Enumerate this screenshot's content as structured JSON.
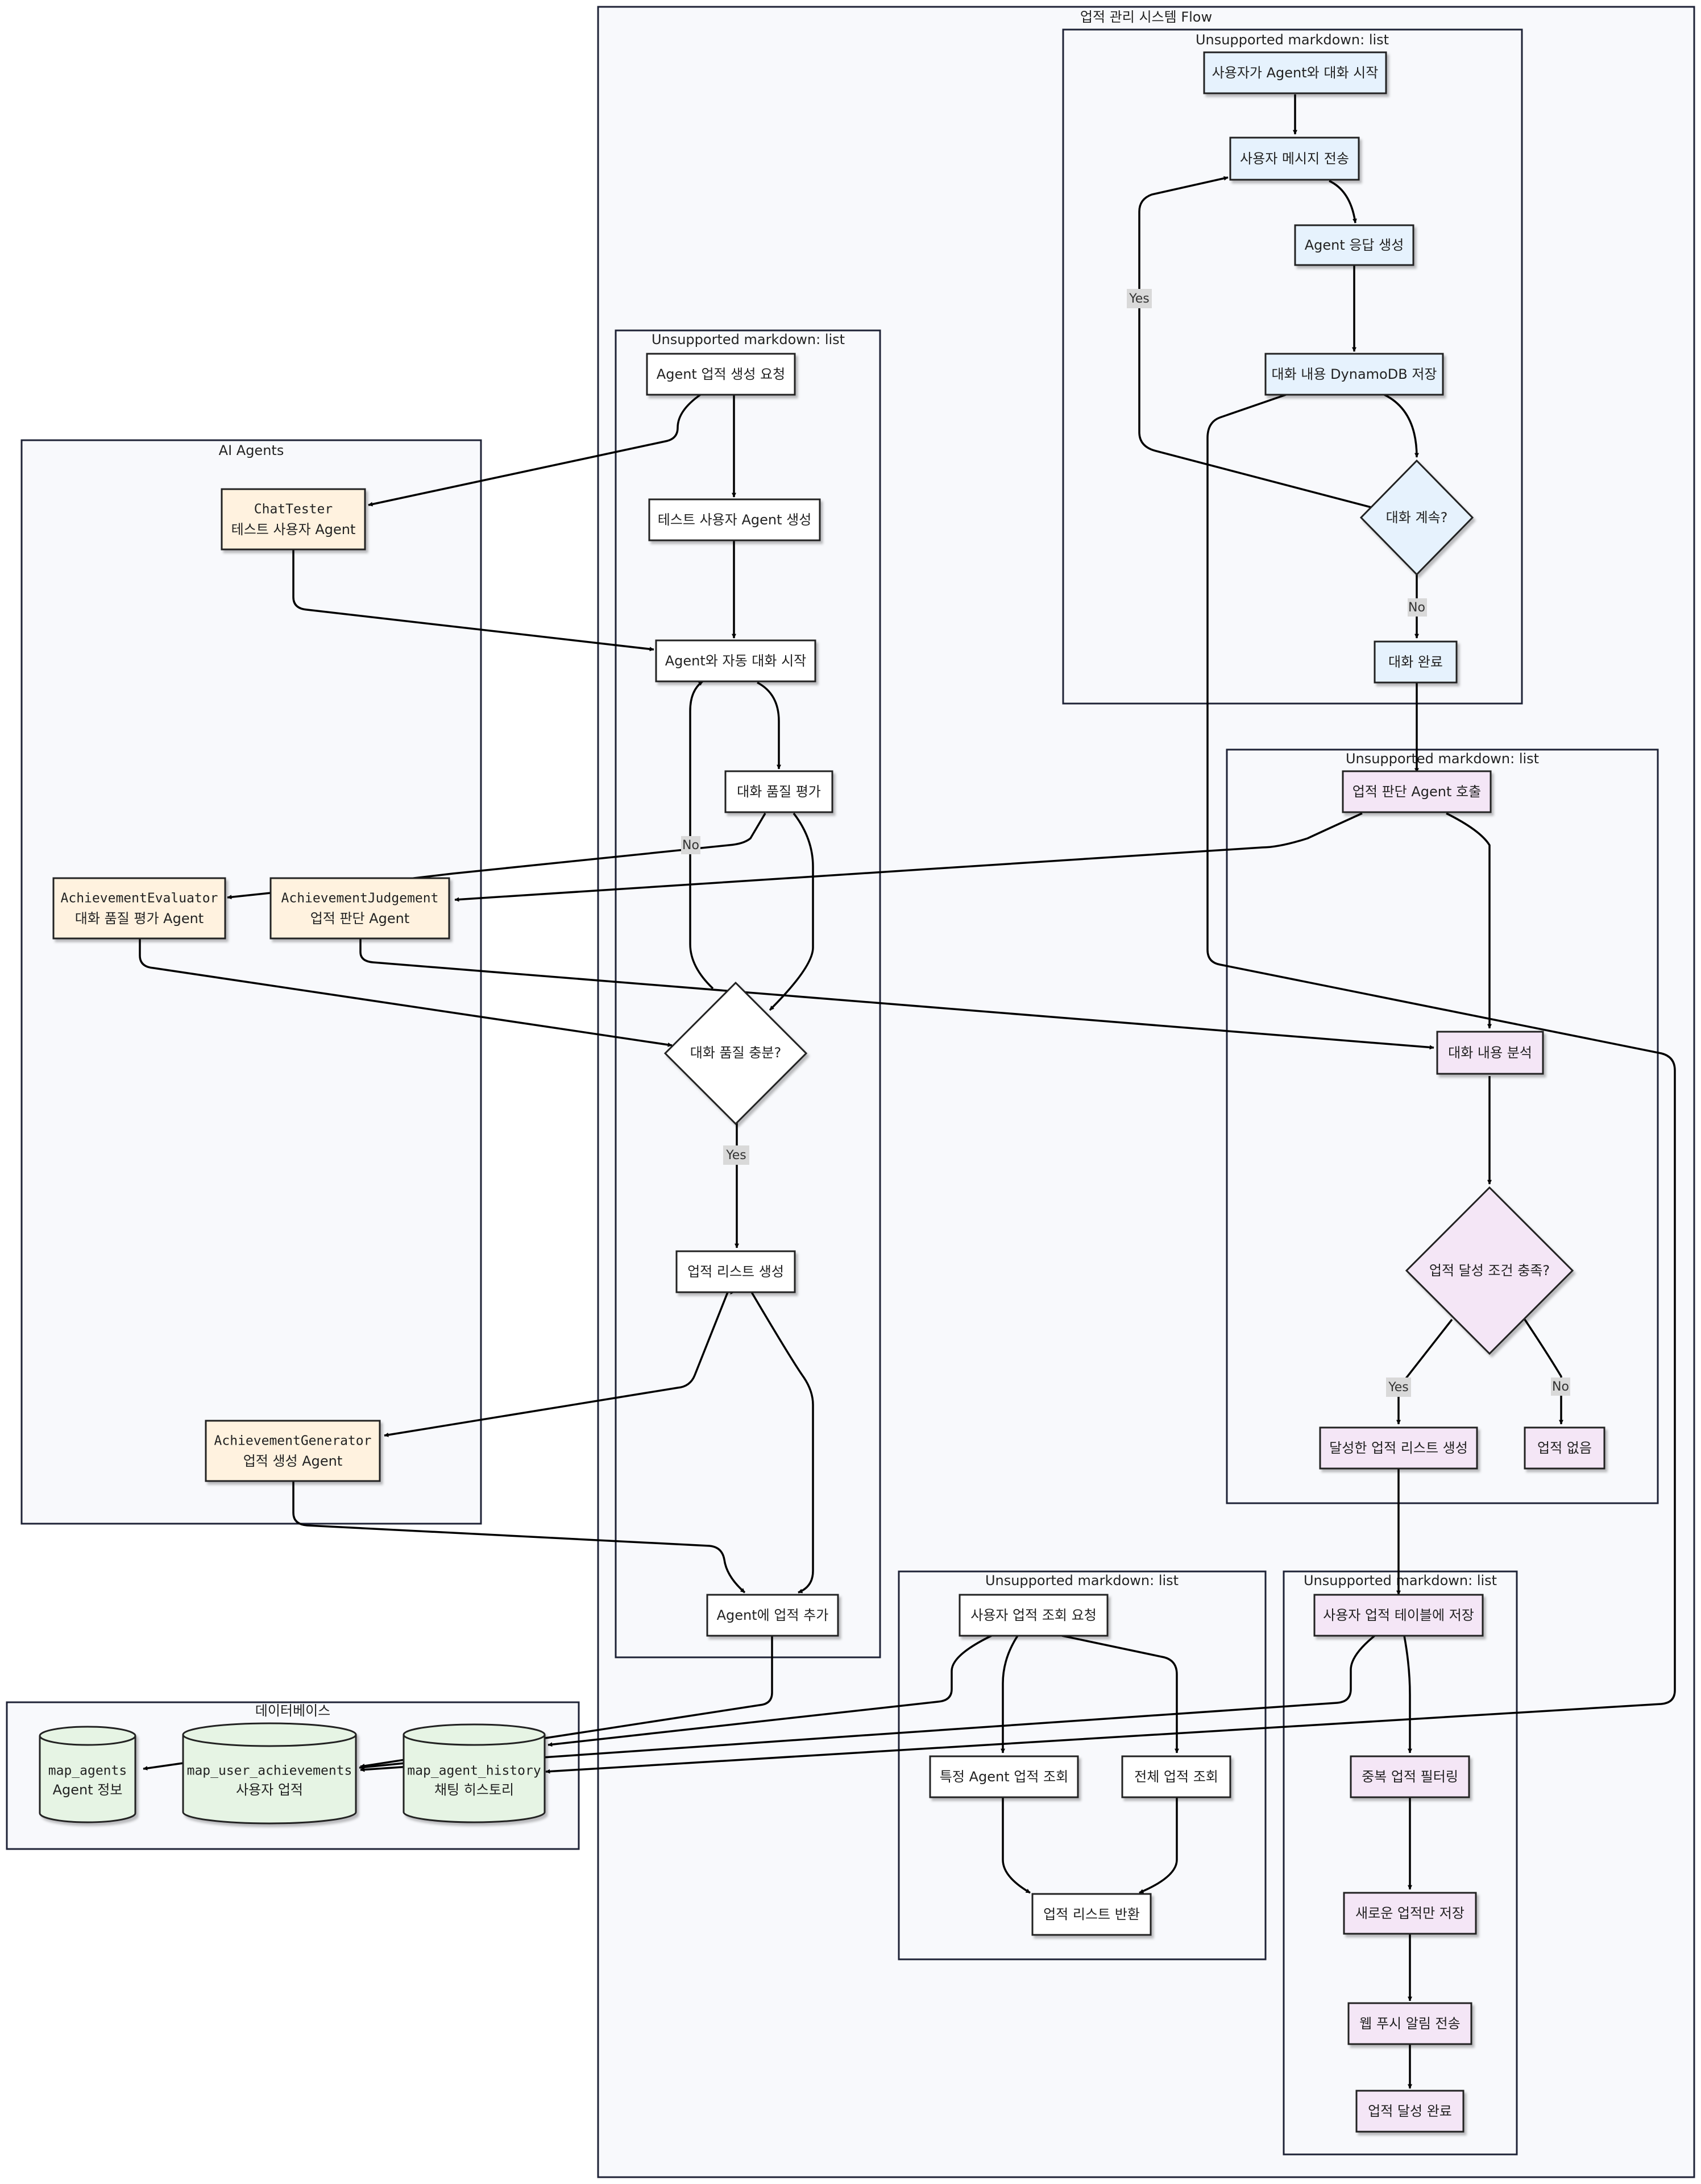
{
  "clusters": {
    "main": "업적 관리 시스템 Flow",
    "chat": "Unsupported markdown: list",
    "create": "Unsupported markdown: list",
    "judge": "Unsupported markdown: list",
    "query": "Unsupported markdown: list",
    "save": "Unsupported markdown: list",
    "agents": "AI Agents",
    "db": "데이터베이스"
  },
  "nodes": {
    "chat_start": "사용자가 Agent와 대화 시작",
    "chat_send": "사용자 메시지 전송",
    "chat_resp": "Agent 응답 생성",
    "chat_store": "대화 내용 DynamoDB 저장",
    "chat_continue": "대화 계속?",
    "chat_done": "대화 완료",
    "create_req": "Agent 업적 생성 요청",
    "create_test": "테스트 사용자 Agent 생성",
    "create_auto": "Agent와 자동 대화 시작",
    "create_eval": "대화 품질 평가",
    "create_ok": "대화 품질 충분?",
    "create_list": "업적 리스트 생성",
    "create_add": "Agent에 업적 추가",
    "judge_call": "업적 판단 Agent 호출",
    "judge_analyze": "대화 내용 분석",
    "judge_cond": "업적 달성 조건 충족?",
    "judge_list": "달성한 업적 리스트 생성",
    "judge_none": "업적 없음",
    "query_req": "사용자 업적 조회 요청",
    "query_agent": "특정 Agent 업적 조회",
    "query_all": "전체 업적 조회",
    "query_return": "업적 리스트 반환",
    "save_table": "사용자 업적 테이블에 저장",
    "save_dedup": "중복 업적 필터링",
    "save_new": "새로운 업적만 저장",
    "save_push": "웹 푸시 알림 전송",
    "save_done": "업적 달성 완료",
    "ag_chat_1": "ChatTester",
    "ag_chat_2": "테스트 사용자 Agent",
    "ag_eval_1": "AchievementEvaluator",
    "ag_eval_2": "대화 품질 평가 Agent",
    "ag_judge_1": "AchievementJudgement",
    "ag_judge_2": "업적 판단 Agent",
    "ag_gen_1": "AchievementGenerator",
    "ag_gen_2": "업적 생성 Agent",
    "db_agents_1": "map_agents",
    "db_agents_2": "Agent 정보",
    "db_ach_1": "map_user_achievements",
    "db_ach_2": "사용자 업적",
    "db_hist_1": "map_agent_history",
    "db_hist_2": "채팅 히스토리"
  },
  "edge_labels": {
    "yes": "Yes",
    "no": "No"
  },
  "colors": {
    "chat_fill": "#e6f2fd",
    "judge_fill": "#f4e6f6",
    "agent_fill": "#fff2df",
    "db_fill": "#e6f4e4",
    "plain_fill": "#ffffff"
  }
}
